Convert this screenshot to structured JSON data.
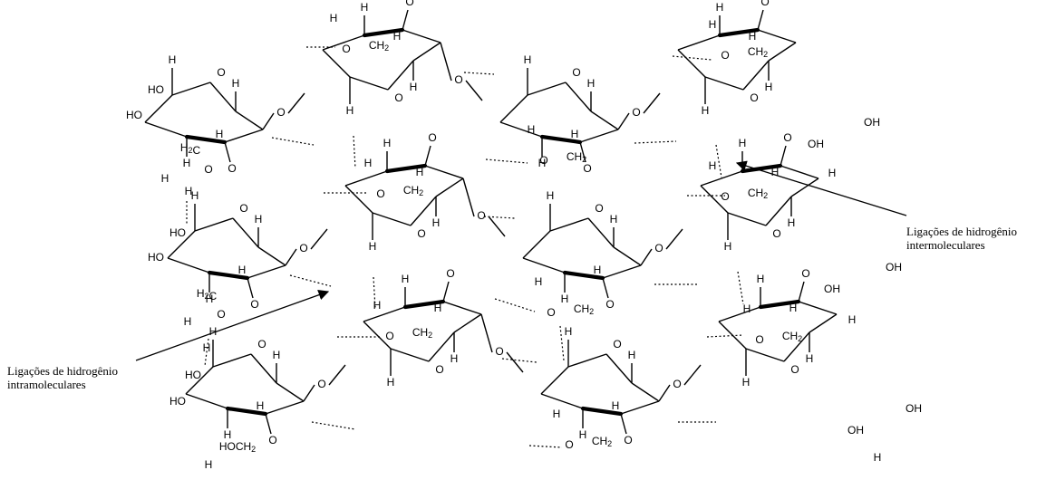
{
  "labels": {
    "inter_line1": "Ligações de hidrogênio",
    "inter_line2": "intermoleculares",
    "intra_line1": "Ligações de hidrogênio",
    "intra_line2": "intramoleculares"
  },
  "atoms": {
    "H": "H",
    "O": "O",
    "OH": "OH",
    "HO": "HO",
    "CH2": "CH2",
    "H2C": "H2C",
    "HOCH2": "HOCH2"
  }
}
